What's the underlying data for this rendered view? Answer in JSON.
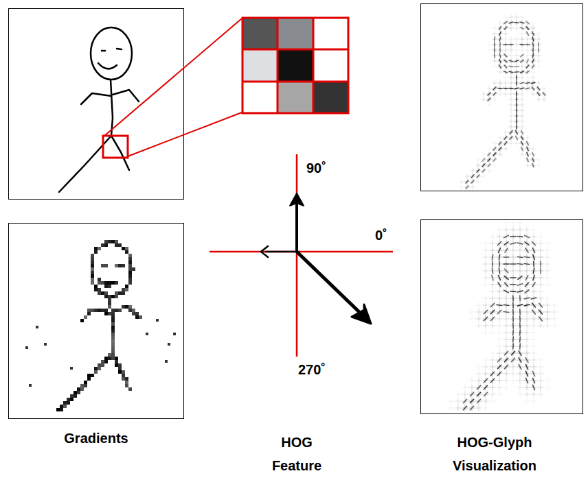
{
  "diagram": {
    "labels": [
      "90˚",
      "0˚",
      "270˚",
      "Gradients",
      "HOG Feature",
      "HOG-Glyph Visualization"
    ]
  }
}
